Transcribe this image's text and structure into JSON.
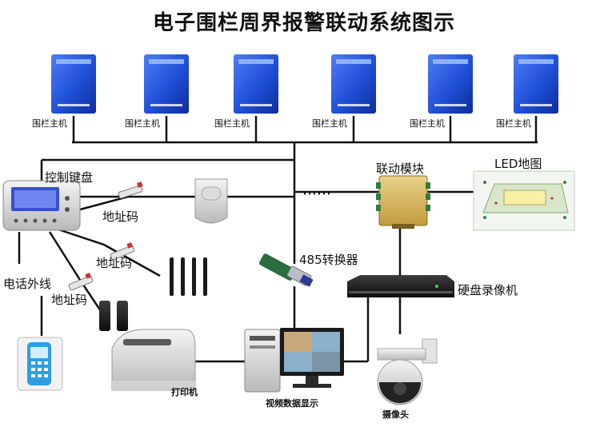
{
  "title": "电子围栏周界报警联动系统图示",
  "fence_hosts": [
    {
      "label": "围栏主机"
    },
    {
      "label": "围栏主机"
    },
    {
      "label": "围栏主机"
    },
    {
      "label": "围栏主机"
    },
    {
      "label": "围栏主机"
    },
    {
      "label": "围栏主机"
    }
  ],
  "labels": {
    "keypad": "控制键盘",
    "address_code_1": "地址码",
    "address_code_2": "地址码",
    "address_code_3": "地址码",
    "phone_line": "电话外线",
    "linkage_module": "联动模块",
    "led_map": "LED地图",
    "converter_485": "485转换器",
    "dvr": "硬盘录像机",
    "printer": "打印机",
    "video_display": "视频数据显示",
    "camera": "摄像头"
  },
  "colors": {
    "host_blue": "#1f4fd6",
    "line": "#111111"
  }
}
